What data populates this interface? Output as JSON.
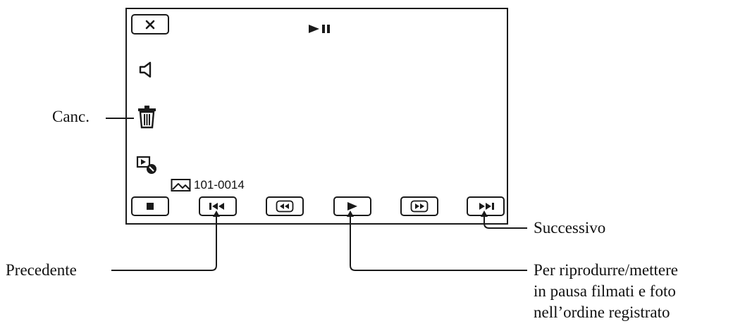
{
  "screen": {
    "top_bar": {
      "close_icon": "close-icon",
      "play_pause_icon": "play-pause-icon"
    },
    "side_icons": [
      "speaker-icon",
      "trash-icon",
      "slideshow-settings-icon"
    ],
    "file_number": "101-0014",
    "controls": [
      "stop-icon",
      "previous-icon",
      "rewind-icon",
      "play-icon",
      "fast-forward-icon",
      "next-icon"
    ]
  },
  "callouts": {
    "delete": "Canc.",
    "previous": "Precedente",
    "next": "Successivo",
    "play_pause": [
      "Per riprodurre/mettere",
      "in pausa filmati e foto",
      "nell’ordine registrato"
    ]
  },
  "colors": {
    "line": "#1a1a1a",
    "background": "#ffffff"
  }
}
